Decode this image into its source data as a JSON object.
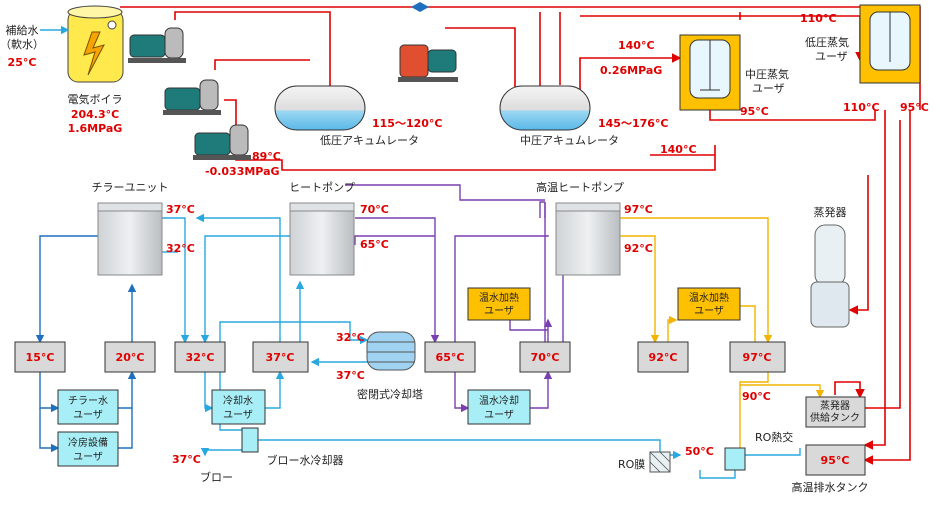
{
  "boiler": {
    "feed_label": [
      "補給水",
      "（軟水）"
    ],
    "feed_temp": "25°C",
    "name": "電気ボイラ",
    "temp": "204.3°C",
    "pressure": "1.6MPaG"
  },
  "pump_reading": {
    "temp": "89°C",
    "pressure": "-0.033MPaG"
  },
  "low_accumulator": {
    "range": "115〜120°C",
    "name": "低圧アキュムレータ"
  },
  "mid_accumulator": {
    "range": "145〜176°C",
    "name": "中圧アキュムレータ"
  },
  "mid_steam_user": {
    "name": [
      "中圧蒸気",
      "ユーザ"
    ],
    "supply_temp": "140°C",
    "pressure": "0.26MPaG",
    "return_temp": "140°C",
    "out_temp": "95°C"
  },
  "low_steam_user": {
    "name": [
      "低圧蒸気",
      "ユーザ"
    ],
    "supply_temp": "110°C",
    "out_temp": "110°C",
    "drain_temp": "95°C"
  },
  "chiller": {
    "name": "チラーユニット",
    "t_out": "37°C",
    "t_in": "32°C"
  },
  "heatpump": {
    "name": "ヒートポンプ",
    "t_out": "70°C",
    "t_in": "65°C"
  },
  "ht_heatpump": {
    "name": "高温ヒートポンプ",
    "t_out": "97°C",
    "t_in": "92°C"
  },
  "evaporator": {
    "name": "蒸発器"
  },
  "tanks": [
    "15°C",
    "20°C",
    "32°C",
    "37°C",
    "65°C",
    "70°C",
    "92°C",
    "97°C"
  ],
  "users": {
    "chiller_water": [
      "チラー水",
      "ユーザ"
    ],
    "cooling_equip": [
      "冷房設備",
      "ユーザ"
    ],
    "cooling_water": [
      "冷却水",
      "ユーザ"
    ],
    "warm_heating": [
      "温水加熱",
      "ユーザ"
    ],
    "warm_cooling": [
      "温水冷却",
      "ユーザ"
    ],
    "warm_heating2": [
      "温水加熱",
      "ユーザ"
    ]
  },
  "cooling_tower": {
    "name": "密閉式冷却塔",
    "t_in": "32°C",
    "t_out": "37°C"
  },
  "blow": {
    "cooler": "ブロー水冷却器",
    "label": "ブロー",
    "temp": "37°C"
  },
  "ro": {
    "membrane": "RO膜",
    "hx": "RO熱交",
    "t1": "90°C",
    "t2": "50°C"
  },
  "evap_tank": {
    "name": [
      "蒸発器",
      "供給タンク"
    ]
  },
  "hot_drain_tank": {
    "temp": "95°C",
    "name": "高温排水タンク"
  },
  "colors": {
    "steam": "#e00000",
    "cold": "#1f6fc0",
    "cool": "#29a8e0",
    "warm": "#7a3fb0",
    "hot": "#f2b400",
    "tank_fill": "#d9d9d9",
    "user_fill": "#a8eef6",
    "hp_user_fill": "#ffc000"
  }
}
